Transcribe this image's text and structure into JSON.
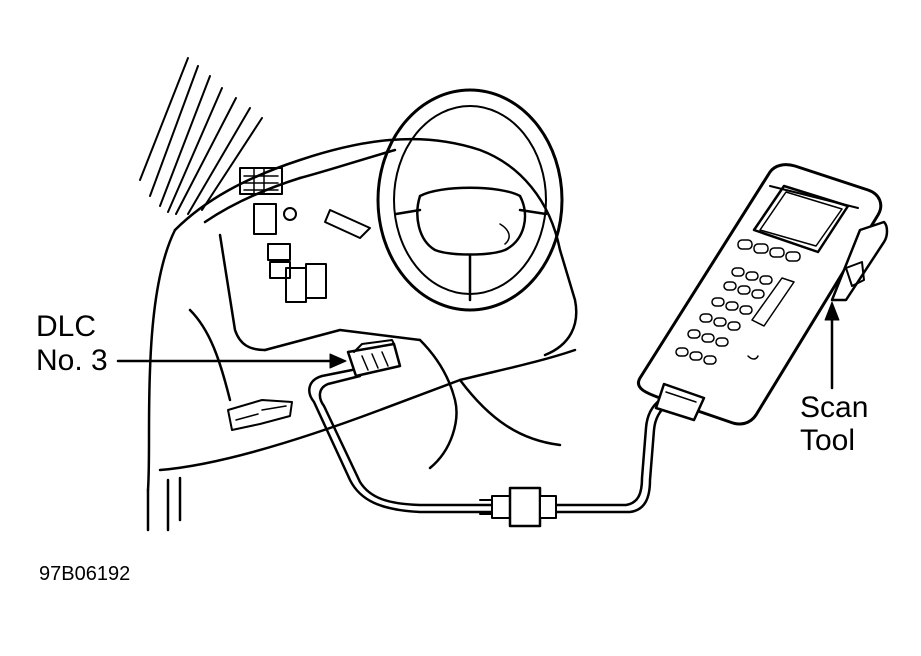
{
  "callouts": {
    "dlc": {
      "line1": "DLC",
      "line2": "No. 3"
    },
    "scan_tool": {
      "line1": "Scan",
      "line2": "Tool"
    }
  },
  "figure_id": "97B06192",
  "icons": [
    "steering-wheel",
    "dashboard",
    "scan-tool",
    "connector",
    "cable",
    "arrow"
  ]
}
